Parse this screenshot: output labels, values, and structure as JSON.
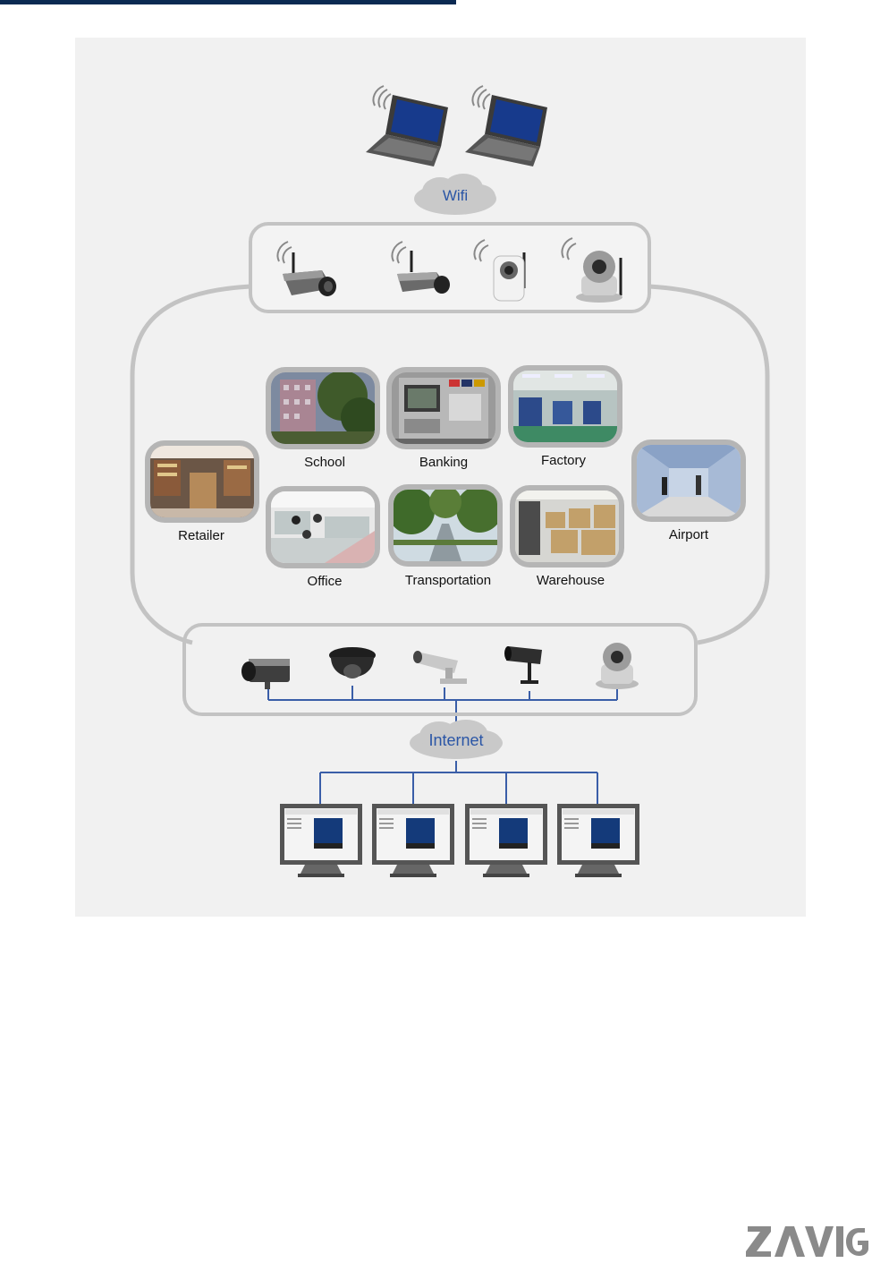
{
  "clouds": {
    "wifi": "Wifi",
    "internet": "Internet"
  },
  "applications": [
    {
      "label": "School",
      "icon": "school-photo"
    },
    {
      "label": "Banking",
      "icon": "banking-atm-photo"
    },
    {
      "label": "Factory",
      "icon": "factory-photo"
    },
    {
      "label": "Retailer",
      "icon": "retailer-photo"
    },
    {
      "label": "Airport",
      "icon": "airport-photo"
    },
    {
      "label": "Office",
      "icon": "office-photo"
    },
    {
      "label": "Transportation",
      "icon": "transportation-photo"
    },
    {
      "label": "Warehouse",
      "icon": "warehouse-photo"
    }
  ],
  "wireless_devices": [
    "laptop-icon",
    "laptop-icon"
  ],
  "wireless_cameras": [
    "box-camera-icon",
    "box-camera-icon",
    "cube-camera-icon",
    "ptz-camera-icon"
  ],
  "wired_cameras": [
    "box-camera-icon",
    "dome-camera-icon",
    "bullet-camera-icon",
    "outdoor-camera-icon",
    "ptz-camera-icon"
  ],
  "monitors": [
    "monitor-icon",
    "monitor-icon",
    "monitor-icon",
    "monitor-icon"
  ],
  "brand": {
    "logo_text": "ZAVIO"
  },
  "colors": {
    "accent_bar": "#0b2a52",
    "cloud_text": "#2b56a6",
    "link_line": "#3a5ea8"
  }
}
